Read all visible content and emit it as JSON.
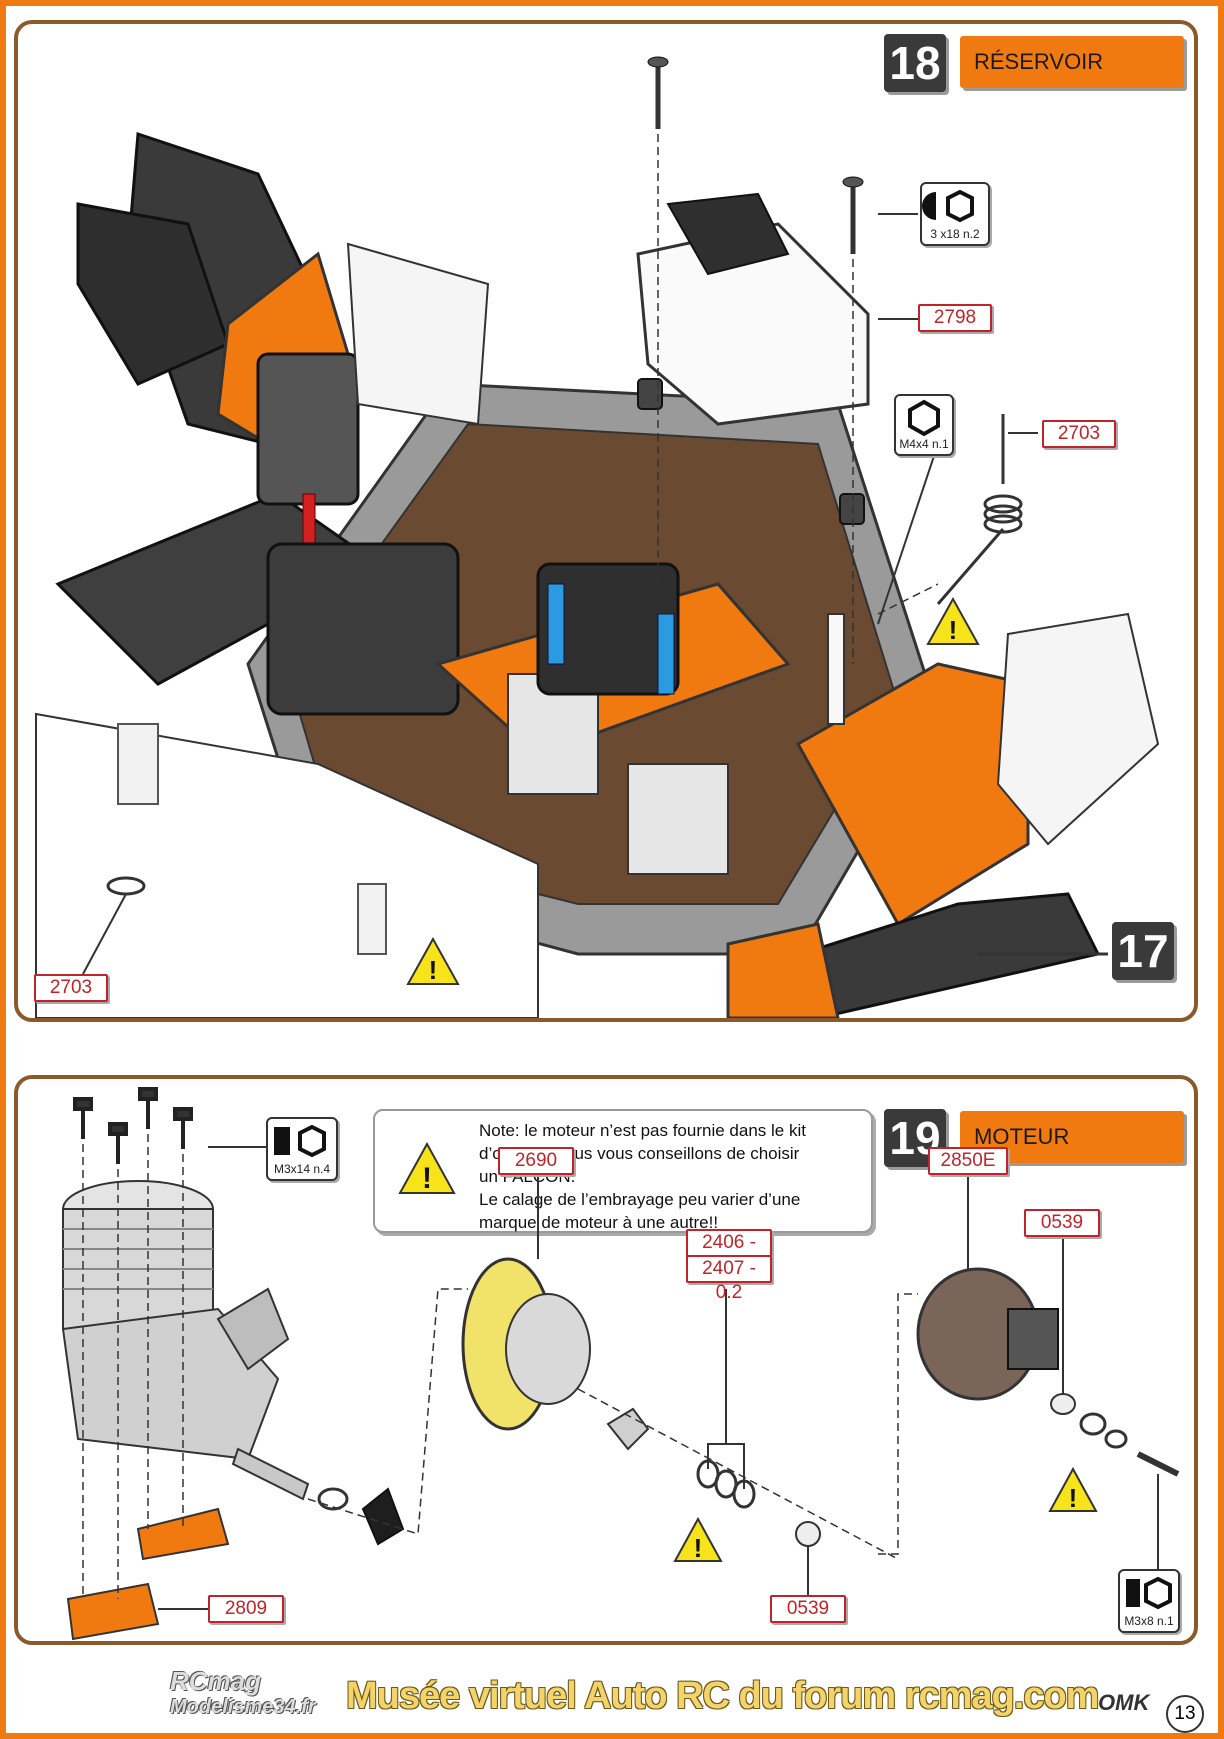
{
  "step18": {
    "number": "18",
    "title": "RÉSERVOIR"
  },
  "step17": {
    "number": "17"
  },
  "step19": {
    "number": "19",
    "title": "MOTEUR"
  },
  "top_parts": {
    "p2798": "2798",
    "p2703a": "2703",
    "p2703b": "2703"
  },
  "top_hardware": {
    "screw": "3 x18 n.2",
    "nut": "M4x4 n.1"
  },
  "bottom_parts": {
    "p2690": "2690",
    "p2406": "2406 - 0.1",
    "p2407": "2407 - 0.2",
    "p2850e": "2850E",
    "p0539a": "0539",
    "p0539b": "0539",
    "p2809": "2809"
  },
  "bottom_hardware": {
    "hw1": "M3x14 n.4",
    "hw2": "M3x8 n.1"
  },
  "note": {
    "line1": "Note: le moteur n’est pas fournie dans le kit",
    "line2": "d’origine. Nous vous conseillons de choisir",
    "line3": "un FALCON.",
    "line4": "Le calage de l’embrayage peu varier d’une",
    "line5": "marque de moteur à une autre!!"
  },
  "footer": {
    "watermark": "Musée virtuel Auto RC du forum rcmag.com",
    "logo_line1": "RCmag",
    "logo_line2": "Modelisme34.fr",
    "brand": "OMK",
    "page": "13"
  },
  "colors": {
    "accent_orange": "#f07a10",
    "part_red": "#c0242a",
    "chassis_brown": "#6b4a32",
    "dark_plastic": "#3a3a3a"
  }
}
